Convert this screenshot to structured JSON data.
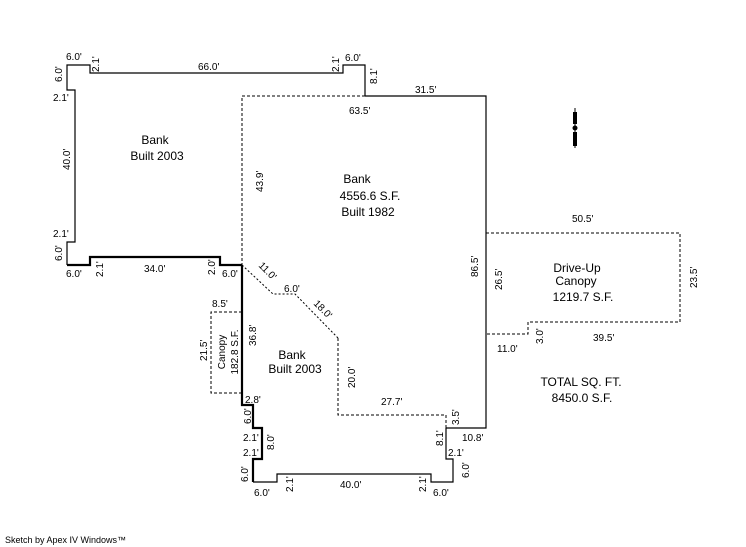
{
  "areas": {
    "bank_2003_top": {
      "name": "Bank",
      "built": "Built 2003"
    },
    "bank_1982": {
      "name": "Bank",
      "area": "4556.6 S.F.",
      "built": "Built 1982"
    },
    "bank_2003_bottom": {
      "name": "Bank",
      "built": "Built 2003"
    },
    "canopy": {
      "name": "Canopy",
      "area": "182.8 S.F."
    },
    "drive_up": {
      "name1": "Drive-Up",
      "name2": "Canopy",
      "area": "1219.7 S.F."
    }
  },
  "total": {
    "label": "TOTAL SQ. FT.",
    "value": "8450.0 S.F."
  },
  "dims": [
    "6.0'",
    "2.1'",
    "66.0'",
    "2.1'",
    "6.0'",
    "8.1'",
    "31.5'",
    "63.5'",
    "6.0'",
    "2.1'",
    "40.0'",
    "2.1'",
    "6.0'",
    "6.0'",
    "2.1'",
    "34.0'",
    "2.0'",
    "6.0'",
    "43.9'",
    "11.0'",
    "6.0'",
    "18.0'",
    "86.5'",
    "8.5'",
    "21.5'",
    "36.8'",
    "20.0'",
    "27.7'",
    "3.5'",
    "2.8'",
    "6.0'",
    "2.1'",
    "8.0'",
    "2.1'",
    "6.0'",
    "6.0'",
    "2.1'",
    "40.0'",
    "2.1'",
    "6.0'",
    "6.0'",
    "8.1'",
    "10.8'",
    "2.1'",
    "50.5'",
    "26.5'",
    "23.5'",
    "3.0'",
    "39.5'",
    "11.0'"
  ],
  "footer": "Sketch by Apex IV Windows™",
  "north_arrow": "north-arrow-icon"
}
